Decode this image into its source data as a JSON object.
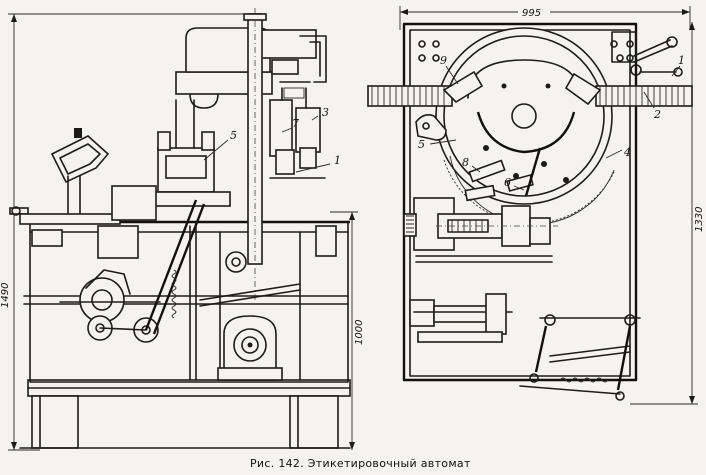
{
  "caption": "Рис. 142. Этикетировочный автомат",
  "dimensions": {
    "overall_height": "1490",
    "base_height": "1000",
    "width": "995",
    "plan_height": "1330"
  },
  "callouts": {
    "front": [
      "5",
      "7",
      "3",
      "1"
    ],
    "plan": [
      "9",
      "1",
      "2",
      "5",
      "4",
      "8",
      "6"
    ]
  }
}
